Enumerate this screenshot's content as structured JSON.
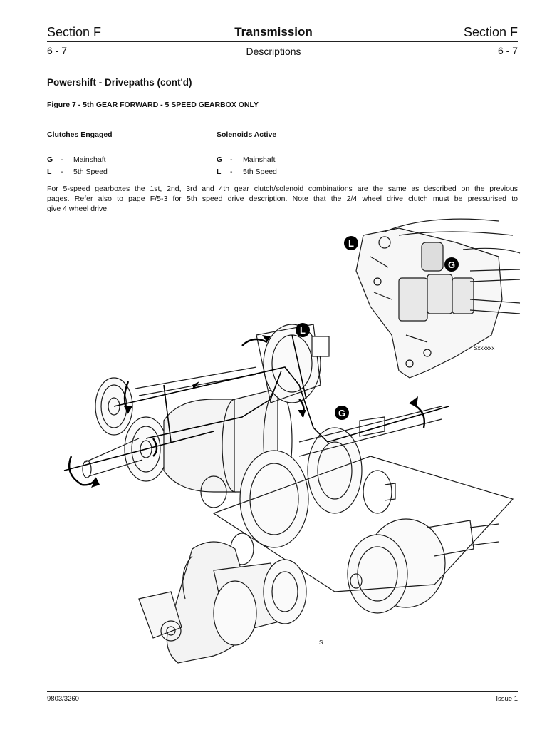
{
  "header": {
    "section_left": "Section F",
    "title": "Transmission",
    "section_right": "Section F",
    "page_left": "6 - 7",
    "subtitle": "Descriptions",
    "page_right": "6 - 7"
  },
  "heading": "Powershift - Drivepaths (cont'd)",
  "figure_caption": "Figure 7 - 5th GEAR FORWARD - 5 SPEED GEARBOX ONLY",
  "clutches": {
    "title": "Clutches Engaged",
    "items": [
      {
        "letter": "G",
        "dash": "-",
        "label": "Mainshaft"
      },
      {
        "letter": "L",
        "dash": "-",
        "label": "5th Speed"
      }
    ]
  },
  "solenoids": {
    "title": "Solenoids Active",
    "items": [
      {
        "letter": "G",
        "dash": "-",
        "label": "Mainshaft"
      },
      {
        "letter": "L",
        "dash": "-",
        "label": "5th Speed"
      }
    ]
  },
  "paragraph": [
    "For 5-speed gearboxes the 1st, 2nd, 3rd and 4th gear clutch/solenoid combinations are the same as described on the previous",
    "pages. Refer also to page F/5-3 for 5th speed drive description. Note that the 2/4 wheel drive clutch must be pressurised to",
    "give 4 wheel drive."
  ],
  "figure": {
    "callouts": [
      "L",
      "G",
      "L",
      "G"
    ],
    "ref_inset": "Sxxxxxx",
    "ref_main": "S"
  },
  "footer": {
    "doc_number": "9803/3260",
    "issue": "Issue 1"
  }
}
